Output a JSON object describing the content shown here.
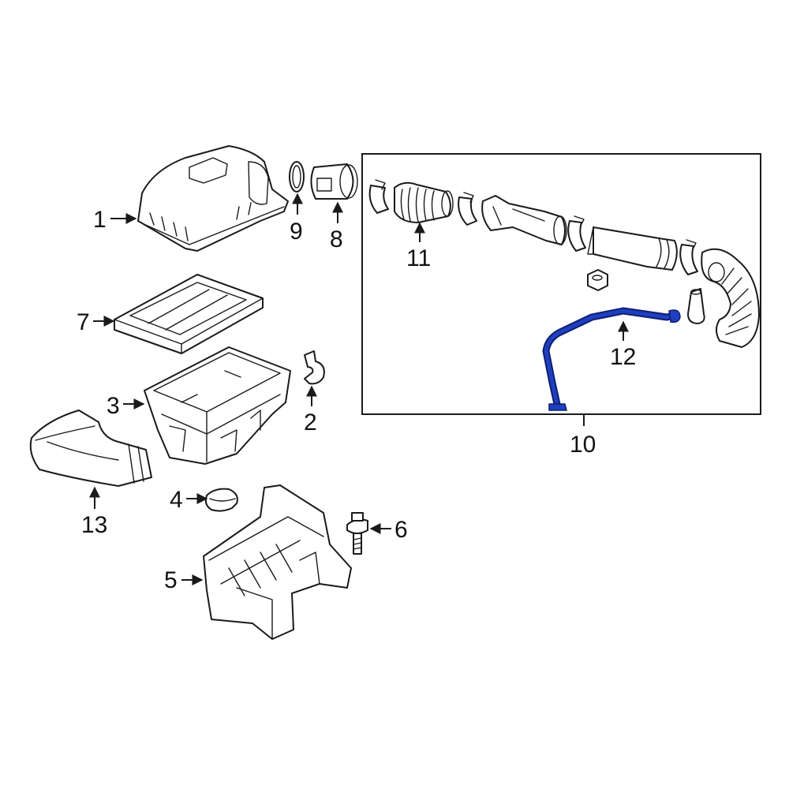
{
  "colors": {
    "line": "#1a1a1a",
    "highlight_fill": "#1f3fbf",
    "highlight_stroke": "#0d1f73",
    "background": "#ffffff"
  },
  "callouts": {
    "c1": "1",
    "c2": "2",
    "c3": "3",
    "c4": "4",
    "c5": "5",
    "c6": "6",
    "c7": "7",
    "c8": "8",
    "c9": "9",
    "c10": "10",
    "c11": "11",
    "c12": "12",
    "c13": "13"
  },
  "highlighted_part": "12"
}
